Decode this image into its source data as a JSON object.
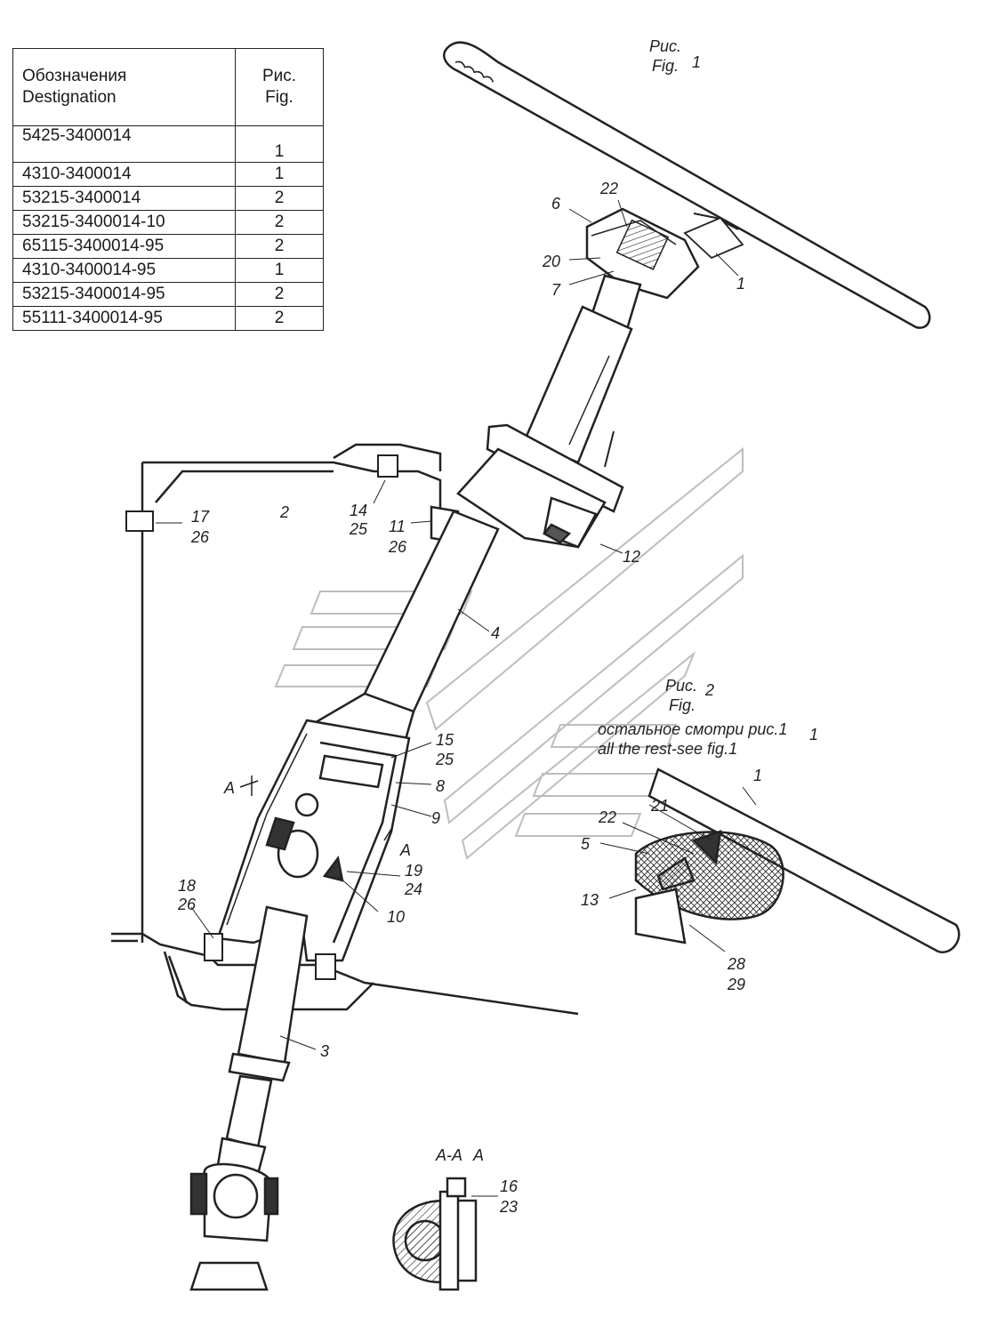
{
  "table": {
    "header_col1_line1": "Обозначения",
    "header_col1_line2": "Destignation",
    "header_col2_line1": "Рис.",
    "header_col2_line2": "Fig.",
    "rows": [
      {
        "designation": "5425-3400014",
        "fig": "1"
      },
      {
        "designation": "4310-3400014",
        "fig": "1"
      },
      {
        "designation": "53215-3400014",
        "fig": "2"
      },
      {
        "designation": "53215-3400014-10",
        "fig": "2"
      },
      {
        "designation": "65115-3400014-95",
        "fig": "2"
      },
      {
        "designation": "4310-3400014-95",
        "fig": "1"
      },
      {
        "designation": "53215-3400014-95",
        "fig": "2"
      },
      {
        "designation": "55111-3400014-95",
        "fig": "2"
      }
    ]
  },
  "fig1": {
    "line1": "Рис.",
    "line2": "Fig.",
    "num": "1"
  },
  "fig2": {
    "line1": "Рис.",
    "line2": "Fig.",
    "num": "2",
    "note_ru": "остальное смотри рис.1",
    "note_en": "all the rest-see fig.1",
    "note_mark": "1"
  },
  "section": {
    "label": "А-А",
    "view_mark": "A",
    "mark_arrow_left": "A",
    "mark_arrow_right": "A"
  },
  "callouts": {
    "c1": "1",
    "c6": "6",
    "c22": "22",
    "c20": "20",
    "c7": "7",
    "c2": "2",
    "c17": "17",
    "c26a": "26",
    "c14": "14",
    "c25a": "25",
    "c11": "11",
    "c26b": "26",
    "c12": "12",
    "c4": "4",
    "c15": "15",
    "c25b": "25",
    "c8": "8",
    "c9": "9",
    "c19": "19",
    "c24": "24",
    "c10": "10",
    "c18": "18",
    "c26c": "26",
    "c3": "3",
    "c16": "16",
    "c23": "23",
    "f2_1": "1",
    "f2_21": "21",
    "f2_22": "22",
    "f2_5": "5",
    "f2_13": "13",
    "f2_28": "28",
    "f2_29": "29"
  }
}
